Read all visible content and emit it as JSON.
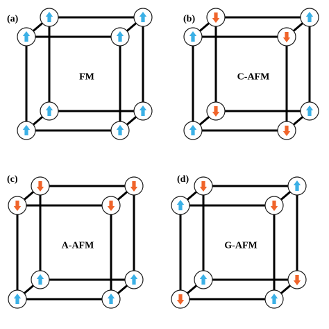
{
  "colors": {
    "up_arrow": "#3bb0e6",
    "down_arrow": "#f0642a",
    "edge": "#000000",
    "site_fill": "#ffffff",
    "site_stroke": "#1a1a1a"
  },
  "panels": [
    {
      "id": "a",
      "label": "(a)",
      "title": "FM",
      "spins": {
        "front_tl": "up",
        "front_tr": "up",
        "front_bl": "up",
        "front_br": "up",
        "back_tl": "up",
        "back_tr": "up",
        "back_bl": "up",
        "back_br": "up"
      }
    },
    {
      "id": "b",
      "label": "(b)",
      "title": "C-AFM",
      "spins": {
        "front_tl": "up",
        "front_tr": "down",
        "front_bl": "up",
        "front_br": "down",
        "back_tl": "down",
        "back_tr": "up",
        "back_bl": "down",
        "back_br": "up"
      }
    },
    {
      "id": "c",
      "label": "(c)",
      "title": "A-AFM",
      "spins": {
        "front_tl": "down",
        "front_tr": "down",
        "front_bl": "up",
        "front_br": "up",
        "back_tl": "down",
        "back_tr": "down",
        "back_bl": "up",
        "back_br": "up"
      }
    },
    {
      "id": "d",
      "label": "(d)",
      "title": "G-AFM",
      "spins": {
        "front_tl": "up",
        "front_tr": "down",
        "front_bl": "down",
        "front_br": "up",
        "back_tl": "down",
        "back_tr": "up",
        "back_bl": "up",
        "back_br": "down"
      }
    }
  ]
}
